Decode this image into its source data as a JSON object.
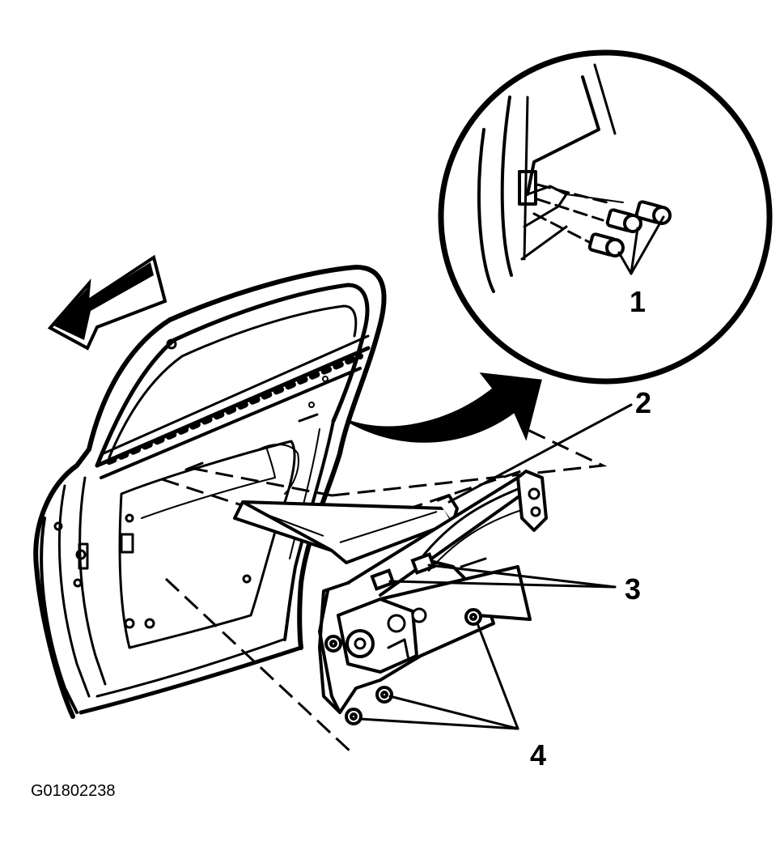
{
  "callouts": {
    "c1": "1",
    "c2": "2",
    "c3": "3",
    "c4": "4"
  },
  "figure_id": "G01802238",
  "icons": {
    "direction_arrow": "front-direction-arrow-icon",
    "detail_arrow": "detail-view-arrow-icon"
  },
  "colors": {
    "line": "#000000",
    "background": "#ffffff"
  }
}
